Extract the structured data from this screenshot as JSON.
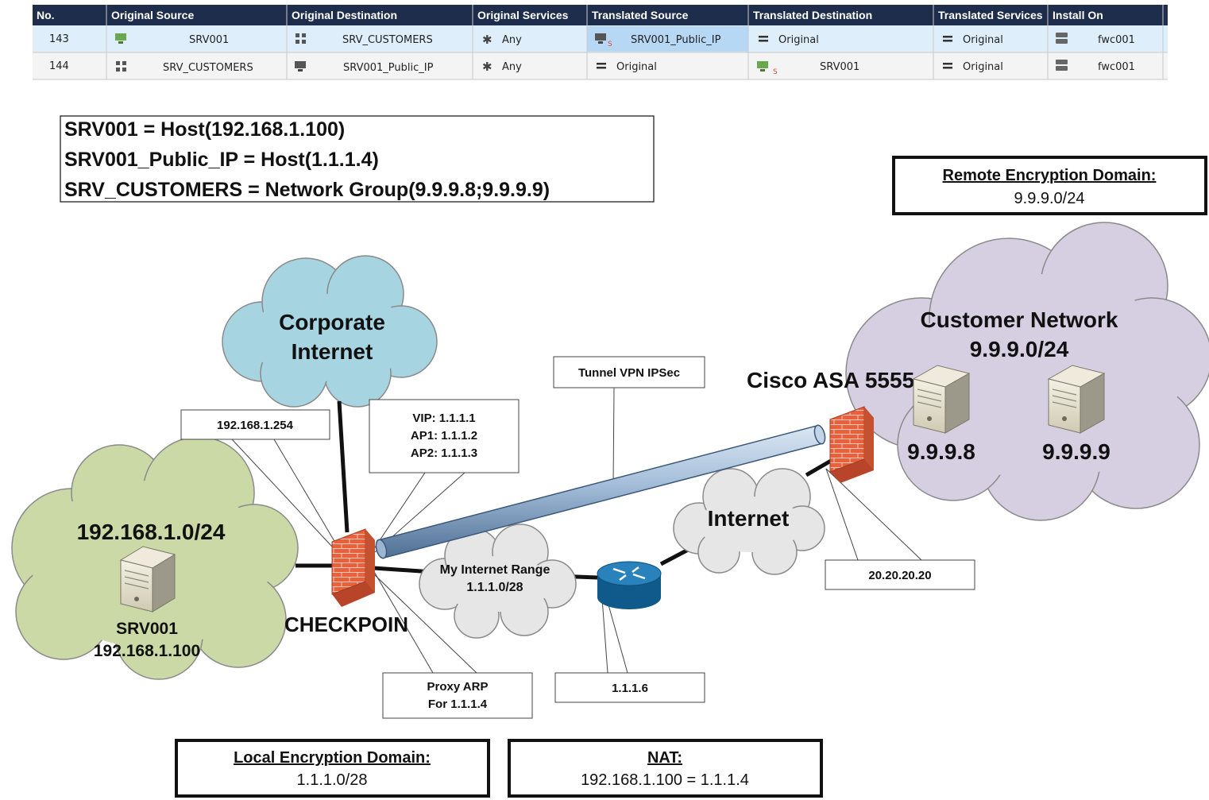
{
  "nat_table": {
    "headers": [
      "No.",
      "Original Source",
      "Original Destination",
      "Original Services",
      "Translated Source",
      "Translated Destination",
      "Translated Services",
      "Install On"
    ],
    "rows": [
      {
        "no": "143",
        "orig_src": "SRV001",
        "orig_dst": "SRV_CUSTOMERS",
        "orig_svc": "Any",
        "trans_src": "SRV001_Public_IP",
        "trans_dst": "Original",
        "trans_svc": "Original",
        "install_on": "fwc001"
      },
      {
        "no": "144",
        "orig_src": "SRV_CUSTOMERS",
        "orig_dst": "SRV001_Public_IP",
        "orig_svc": "Any",
        "trans_src": "Original",
        "trans_dst": "SRV001",
        "trans_svc": "Original",
        "install_on": "fwc001"
      }
    ]
  },
  "definitions": [
    "SRV001 = Host(192.168.1.100)",
    "SRV001_Public_IP = Host(1.1.1.4)",
    "SRV_CUSTOMERS = Network Group(9.9.9.8;9.9.9.9)"
  ],
  "remote_domain": {
    "title": "Remote Encryption Domain:",
    "value": "9.9.9.0/24"
  },
  "local_domain": {
    "title": "Local Encryption Domain:",
    "value": "1.1.1.0/28"
  },
  "nat_box": {
    "title": "NAT:",
    "value": "192.168.1.100 = 1.1.1.4"
  },
  "clouds": {
    "corporate": [
      "Corporate",
      "Internet"
    ],
    "local_net": "192.168.1.0/24",
    "srv001": [
      "SRV001",
      "192.168.1.100"
    ],
    "customer": [
      "Customer Network",
      "9.9.9.0/24"
    ],
    "internet": "Internet",
    "my_range": [
      "My Internet Range",
      "1.1.1.0/28"
    ]
  },
  "devices": {
    "checkpoint": "CHECKPOIN",
    "cisco": "Cisco ASA 5555",
    "server_a": "9.9.9.8",
    "server_b": "9.9.9.9"
  },
  "callouts": {
    "gw_ip": "192.168.1.254",
    "vip": [
      "VIP: 1.1.1.1",
      "AP1: 1.1.1.2",
      "AP2: 1.1.1.3"
    ],
    "tunnel": "Tunnel VPN IPSec",
    "proxy_arp": [
      "Proxy ARP",
      "For 1.1.1.4"
    ],
    "router_ip": "1.1.1.6",
    "asa_ip": "20.20.20.20"
  },
  "colors": {
    "header_bg": "#1e2d4c",
    "row_selected": "#deeefb",
    "corp_cloud": "#a7d4e1",
    "local_cloud": "#cad9a6",
    "customer_cloud": "#d6cfe2",
    "grey_cloud": "#e6e6e6",
    "tunnel": "#93b0cf",
    "router": "#1a6ea6",
    "firewall": "#e8603c"
  }
}
